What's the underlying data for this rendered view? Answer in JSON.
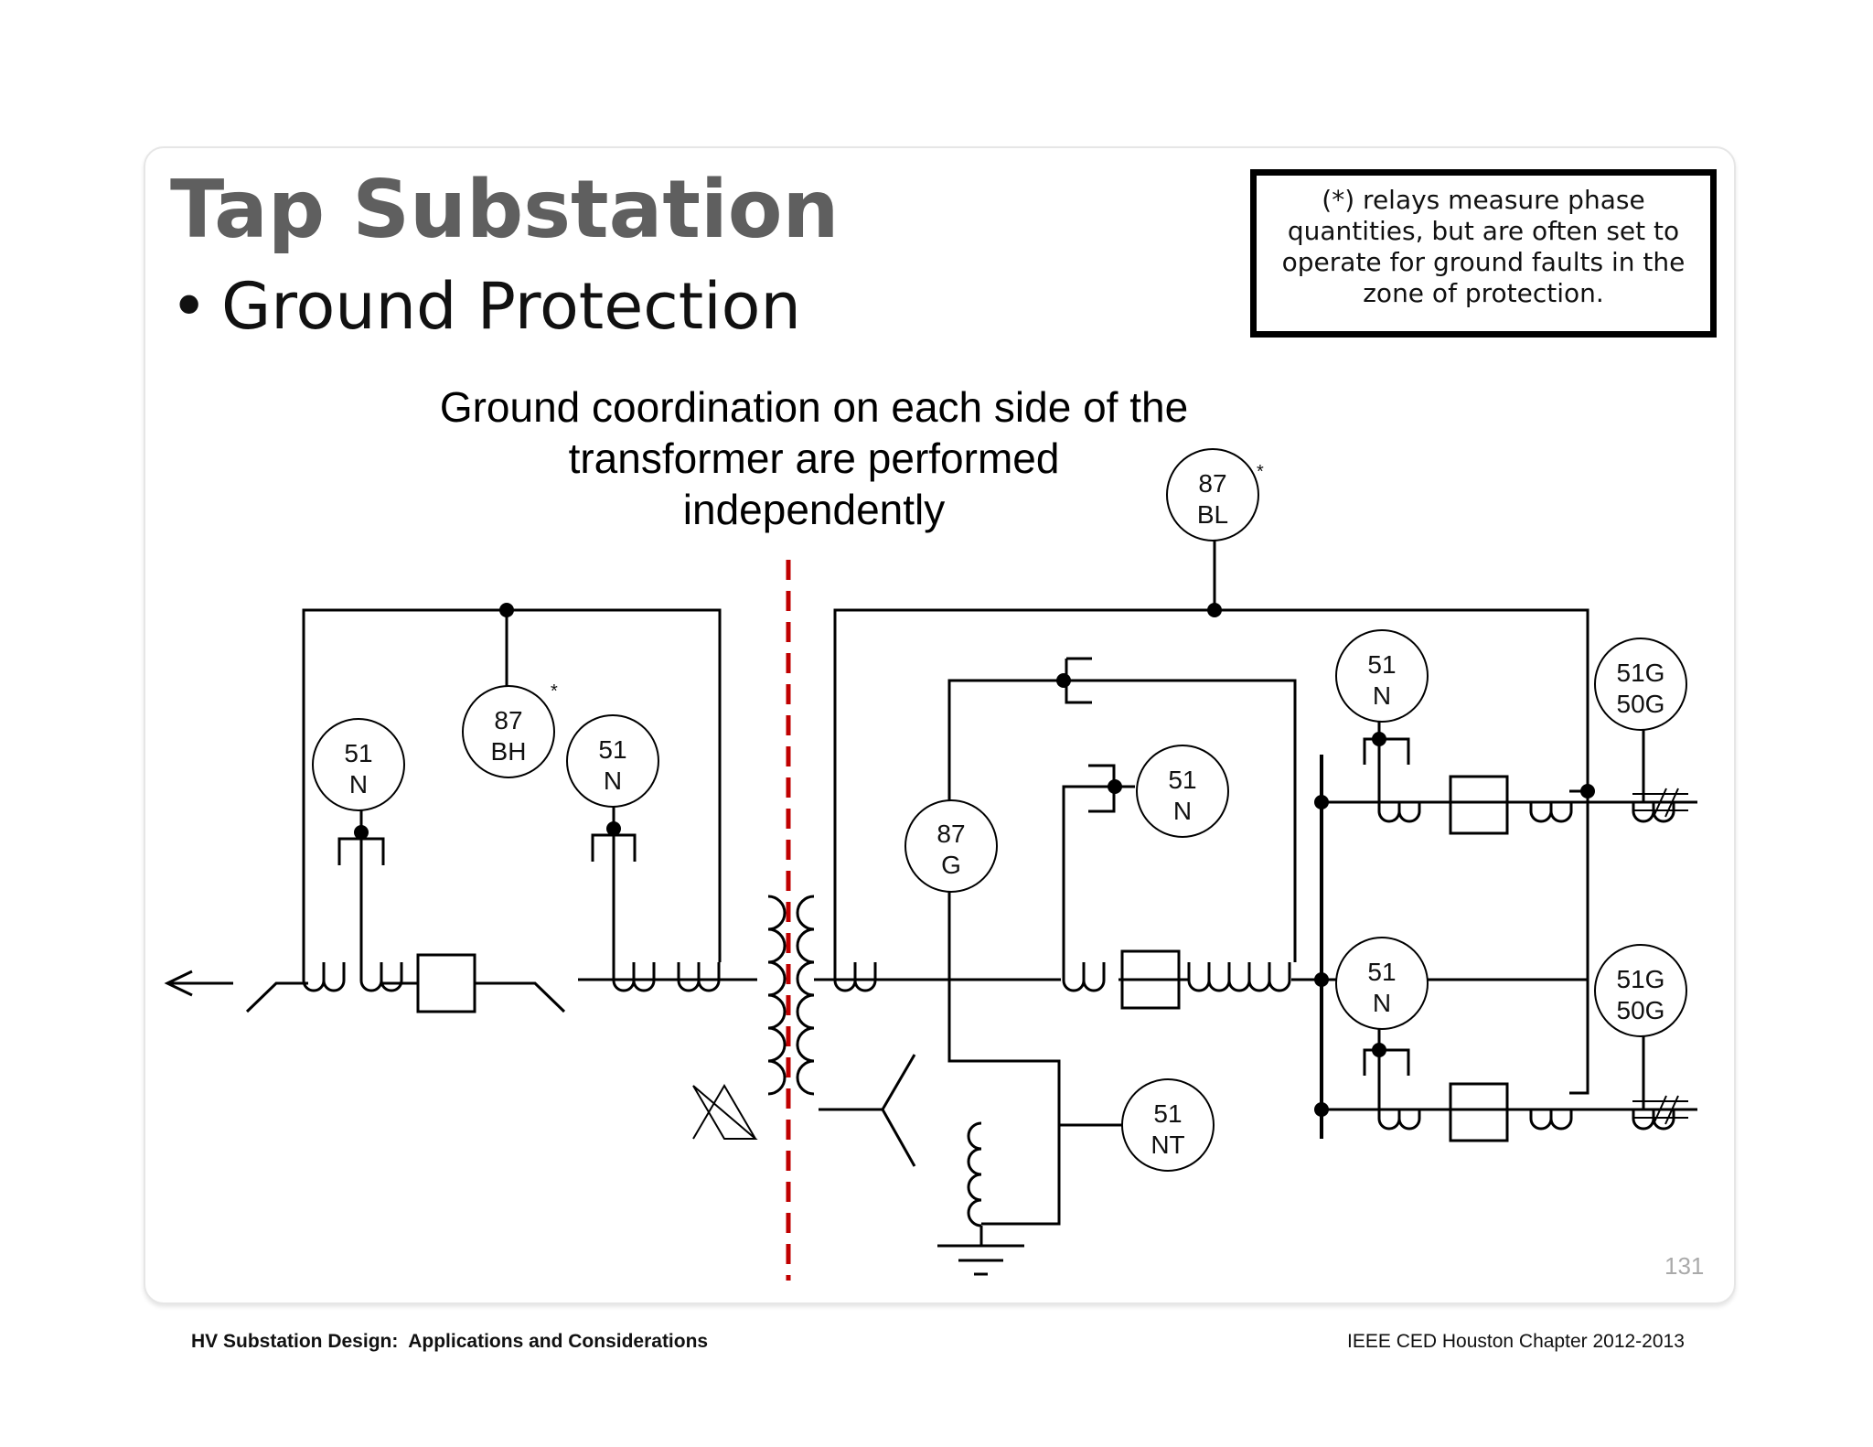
{
  "slide": {
    "title": "Tap Substation",
    "bullet": "Ground Protection",
    "note": "(*) relays measure phase quantities, but are often set to operate for ground faults in the zone of protection.",
    "caption": "Ground coordination on each side of the transformer are performed independently",
    "page_number": "131"
  },
  "footer": {
    "left": "HV Substation Design:  Applications and Considerations",
    "right": "IEEE CED Houston Chapter 2012-2013"
  },
  "diagram": {
    "relays": [
      {
        "id": "r51n-hv-left",
        "line1": "51",
        "line2": "N",
        "star": ""
      },
      {
        "id": "r87bh",
        "line1": "87",
        "line2": "BH",
        "star": "*"
      },
      {
        "id": "r51n-hv-right",
        "line1": "51",
        "line2": "N",
        "star": ""
      },
      {
        "id": "r87bl",
        "line1": "87",
        "line2": "BL",
        "star": "*"
      },
      {
        "id": "r87g",
        "line1": "87",
        "line2": "G",
        "star": ""
      },
      {
        "id": "r51n-main",
        "line1": "51",
        "line2": "N",
        "star": ""
      },
      {
        "id": "r51n-feeder1",
        "line1": "51",
        "line2": "N",
        "star": ""
      },
      {
        "id": "r51g50g-feeder1",
        "line1": "51G",
        "line2": "50G",
        "star": ""
      },
      {
        "id": "r51n-feeder2",
        "line1": "51",
        "line2": "N",
        "star": ""
      },
      {
        "id": "r51g50g-feeder2",
        "line1": "51G",
        "line2": "50G",
        "star": ""
      },
      {
        "id": "r51nt",
        "line1": "51",
        "line2": "NT",
        "star": ""
      }
    ],
    "colors": {
      "line": "#000000",
      "divider": "#c00000"
    }
  }
}
